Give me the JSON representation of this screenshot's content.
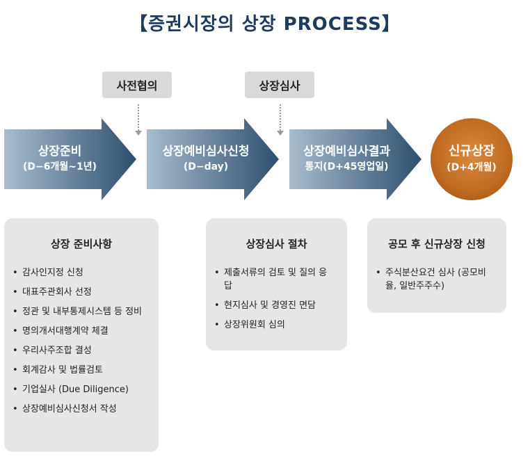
{
  "title": "【증권시장의 상장 PROCESS】",
  "tags": [
    "사전협의",
    "상장심사"
  ],
  "steps": [
    {
      "line1": "상장준비",
      "line2": "(D−6개월~1년)"
    },
    {
      "line1": "상장예비심사신청",
      "line2": "(D−day)"
    },
    {
      "line1": "상장예비심사결과",
      "line2": "통지(D+45영업일)"
    }
  ],
  "final_step": {
    "line1": "신규상장",
    "line2": "(D+4개월)"
  },
  "boxes": [
    {
      "title": "상장 준비사항",
      "items": [
        "감사인지정 신청",
        "대표주관회사 선정",
        "정관 및 내부통제시스템 등 정비",
        "명의개서대행계약 체결",
        "우리사주조합 결성",
        "회계감사 및 법률검토",
        "기업실사 (Due Diligence)",
        "상장예비심사신청서 작성"
      ]
    },
    {
      "title": "상장심사 절차",
      "items": [
        "제출서류의 검토 및 질의 응답",
        "현지심사 및 경영진 면담",
        "상장위원회 심의"
      ]
    },
    {
      "title": "공모 후 신규상장 신청",
      "items": [
        "주식분산요건 심사 (공모비율, 일반주주수)"
      ]
    }
  ],
  "colors": {
    "title": "#1f3a5c",
    "arrow_dark": "#2f4f6e",
    "arrow_light": "#a8bccd",
    "circle": "#c06a22",
    "tag_bg": "#d9d9d9",
    "box_bg": "#e6e6e6"
  }
}
